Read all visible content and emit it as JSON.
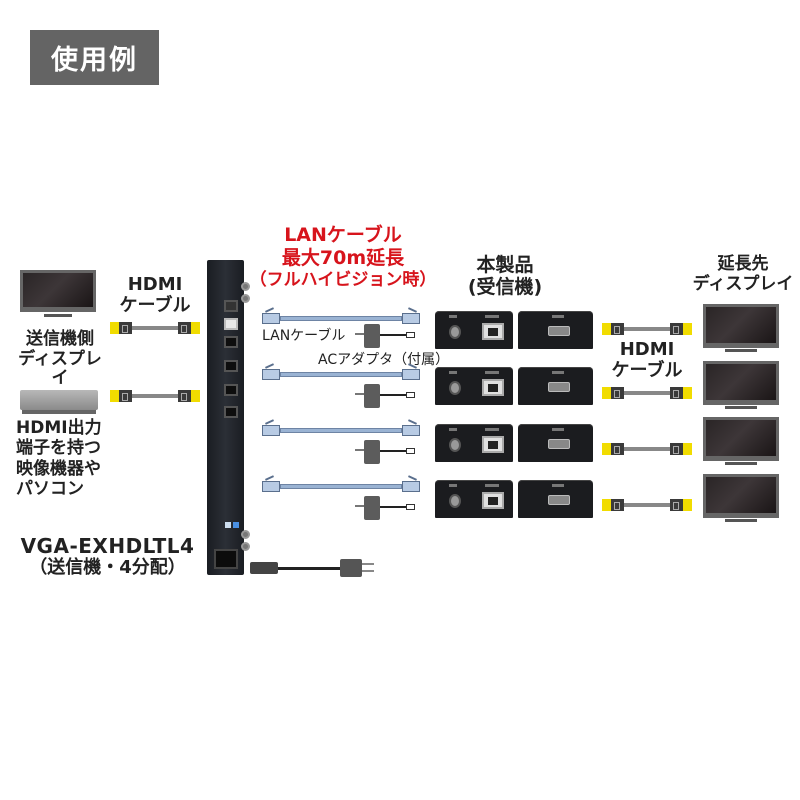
{
  "heading": "使用例",
  "source": {
    "display_label_line1": "送信機側",
    "display_label_line2": "ディスプレイ",
    "device_label_lines": [
      "HDMI出力",
      "端子を持つ",
      "映像機器や",
      "パソコン"
    ],
    "hdmi_cable_line1": "HDMI",
    "hdmi_cable_line2": "ケーブル"
  },
  "transmitter": {
    "model": "VGA-EXHDLTL4",
    "description": "（送信機・4分配）"
  },
  "lan_callout": {
    "line1": "LANケーブル",
    "line2": "最大70m延長",
    "line3": "（フルハイビジョン時）",
    "color": "#d7141c"
  },
  "lan_cable_label": "LANケーブル",
  "ac_adapter_label": "ACアダプタ（付属）",
  "receiver": {
    "line1": "本製品",
    "line2": "(受信機)",
    "count": 4
  },
  "output": {
    "hdmi_cable_line1": "HDMI",
    "hdmi_cable_line2": "ケーブル",
    "display_line1": "延長先",
    "display_line2": "ディスプレイ",
    "count": 4
  },
  "colors": {
    "heading_bg": "#646464",
    "accent_red": "#d7141c",
    "hdmi_tip": "#f1dc00",
    "lan_cable": "#9ab3d3",
    "device_dark": "#1b1c1f"
  }
}
